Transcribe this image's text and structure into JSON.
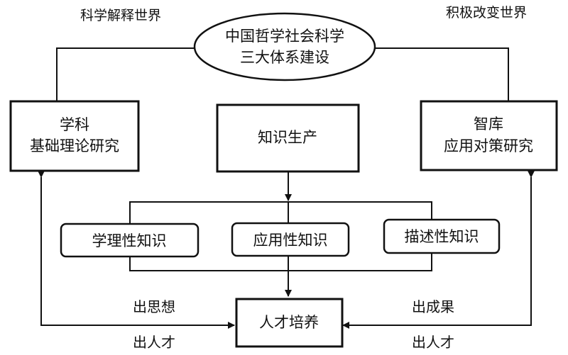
{
  "top_left_caption": "科学解释世界",
  "top_right_caption": "积极改变世界",
  "center_ellipse": {
    "line1": "中国哲学社会科学",
    "line2": "三大体系建设"
  },
  "left_box": {
    "line1": "学科",
    "line2": "基础理论研究"
  },
  "center_box": {
    "label": "知识生产"
  },
  "right_box": {
    "line1": "智库",
    "line2": "应用对策研究"
  },
  "knowledge_types": [
    {
      "label": "学理性知识"
    },
    {
      "label": "应用性知识"
    },
    {
      "label": "描述性知识"
    }
  ],
  "bottom_box": {
    "label": "人才培养"
  },
  "left_labels": {
    "upper": "出思想",
    "lower": "出人才"
  },
  "right_labels": {
    "upper": "出成果",
    "lower": "出人才"
  }
}
